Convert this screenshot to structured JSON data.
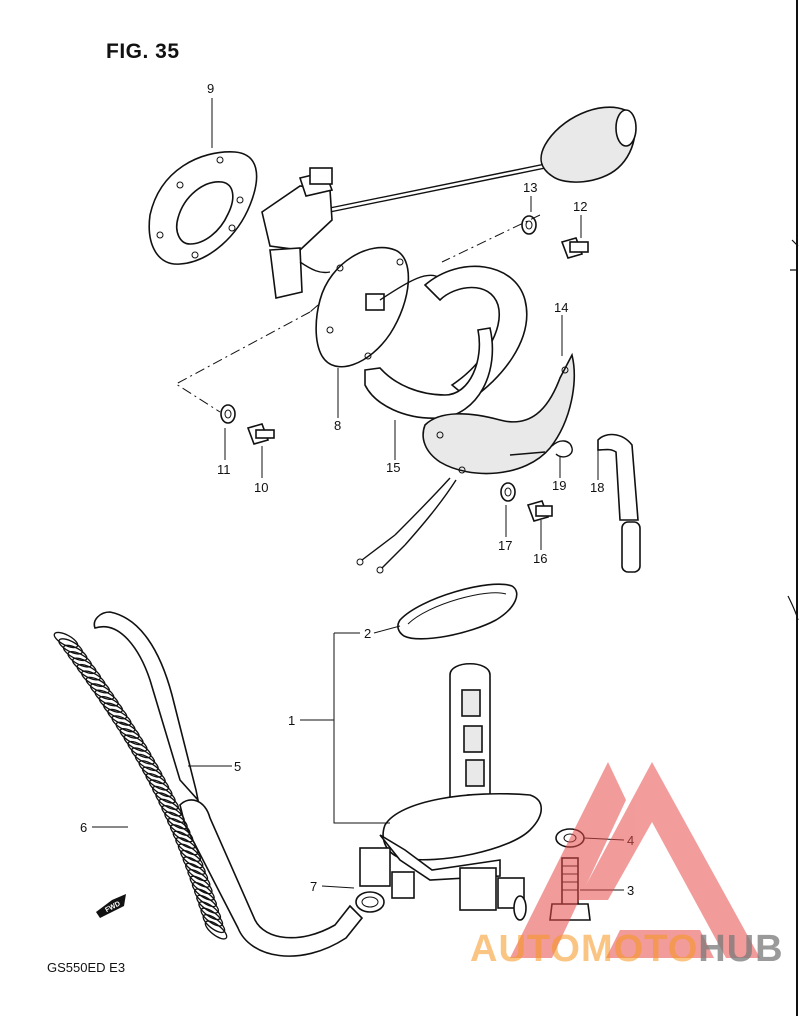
{
  "figure": {
    "title": "FIG. 35",
    "model_code": "GS550ED E3"
  },
  "callouts": [
    {
      "id": "1",
      "label": "1"
    },
    {
      "id": "2",
      "label": "2"
    },
    {
      "id": "3",
      "label": "3"
    },
    {
      "id": "4",
      "label": "4"
    },
    {
      "id": "5",
      "label": "5"
    },
    {
      "id": "6",
      "label": "6"
    },
    {
      "id": "7",
      "label": "7"
    },
    {
      "id": "8",
      "label": "8"
    },
    {
      "id": "9",
      "label": "9"
    },
    {
      "id": "10",
      "label": "10"
    },
    {
      "id": "11",
      "label": "11"
    },
    {
      "id": "12",
      "label": "12"
    },
    {
      "id": "13",
      "label": "13"
    },
    {
      "id": "14",
      "label": "14"
    },
    {
      "id": "15",
      "label": "15"
    },
    {
      "id": "16",
      "label": "16"
    },
    {
      "id": "17",
      "label": "17"
    },
    {
      "id": "18",
      "label": "18"
    },
    {
      "id": "19",
      "label": "19"
    }
  ],
  "fwd_label": "FWD",
  "watermark": {
    "part1": "AUTOMOTO",
    "part2": "HUB",
    "color_accent": "#f5961e",
    "color_logo": "#e84a4a",
    "color_dark": "#787878"
  }
}
